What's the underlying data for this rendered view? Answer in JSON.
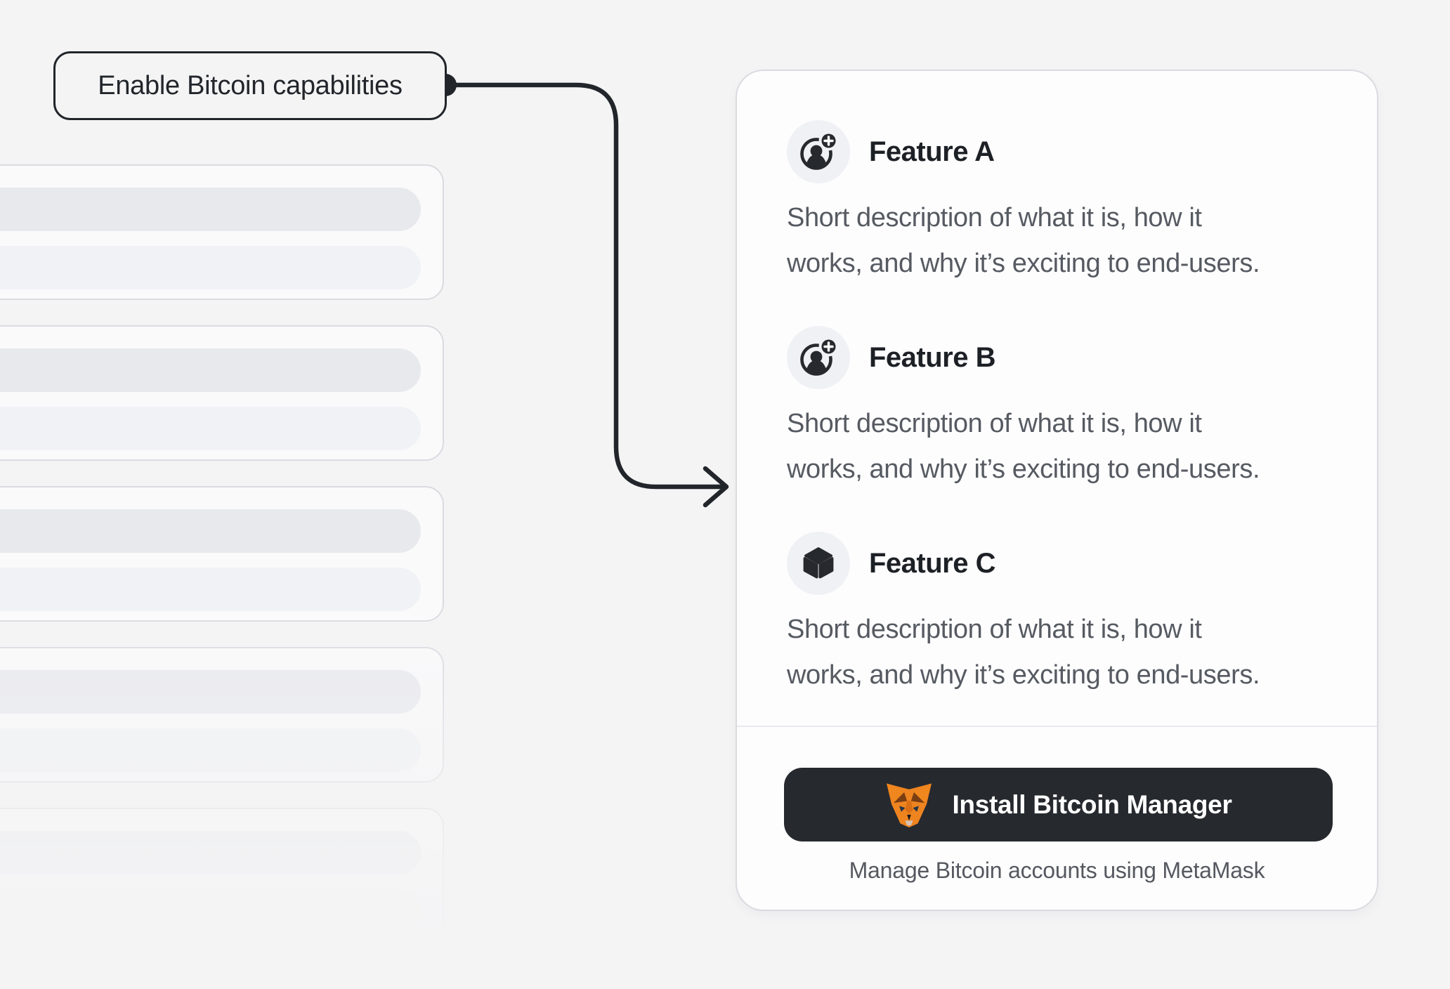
{
  "callout": {
    "label": "Enable Bitcoin capabilities"
  },
  "panel": {
    "features": [
      {
        "icon": "user-circle-add-icon",
        "title": "Feature A",
        "description_lines": [
          "Short description of what it is, how it",
          "works, and why it’s exciting to end-users."
        ]
      },
      {
        "icon": "user-circle-add-icon",
        "title": "Feature B",
        "description_lines": [
          "Short description of what it is, how it",
          "works, and why it’s exciting to end-users."
        ]
      },
      {
        "icon": "cube-icon",
        "title": "Feature C",
        "description_lines": [
          "Short description of what it is, how it",
          "works, and why it’s exciting to end-users."
        ]
      }
    ],
    "footer": {
      "button_label": "Install Bitcoin Manager",
      "button_icon": "metamask-fox-icon",
      "caption": "Manage Bitcoin accounts using MetaMask"
    }
  },
  "colors": {
    "background": "#f4f4f5",
    "ink": "#22262b",
    "panel_bg": "#fdfdfe",
    "panel_border": "#d9dbdf",
    "title": "#1d2126",
    "description": "#565a61",
    "button_bg": "#26292e",
    "button_text": "#ffffff",
    "caption": "#55585f",
    "skeleton_card_bg": "#fafafb",
    "skeleton_pill_dark": "#e8e9ed",
    "skeleton_pill_light": "#f1f2f5",
    "fox_orange": "#ee8420"
  }
}
